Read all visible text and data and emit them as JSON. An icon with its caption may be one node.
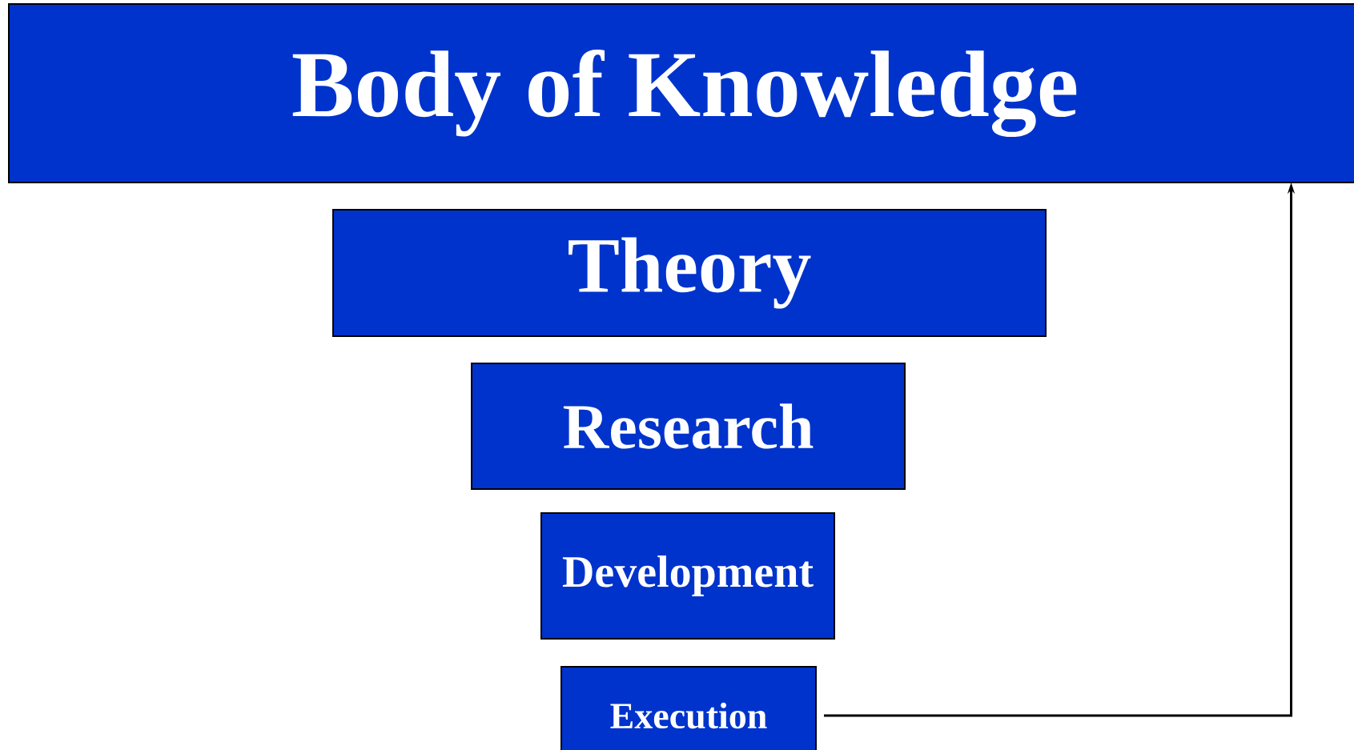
{
  "diagram": {
    "nodes": [
      {
        "text": [
          "Body of Knowledge"
        ]
      },
      {
        "text": [
          "Theory"
        ]
      },
      {
        "text": [
          "Research"
        ]
      },
      {
        "text": [
          "Development"
        ]
      },
      {
        "text": [
          "Execution"
        ]
      }
    ],
    "edges": [
      {
        "from": 4,
        "to": 0,
        "arrow": "to"
      }
    ]
  }
}
